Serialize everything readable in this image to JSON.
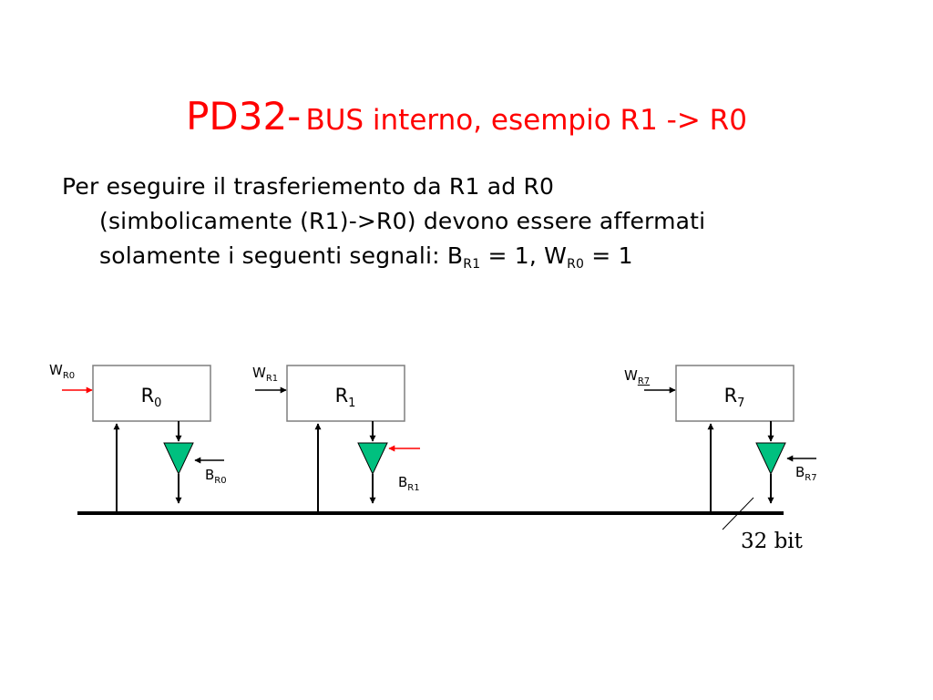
{
  "title": {
    "main": "PD32-",
    "sub": "BUS interno, esempio R1 -> R0"
  },
  "body": {
    "line1": "Per eseguire il trasferiemento da R1 ad R0",
    "line2": "(simbolicamente (R1)->R0) devono essere affermati",
    "line3_prefix": "solamente i seguenti segnali:  B",
    "b_sub": "R1",
    "line3_mid": " = 1, W",
    "w_sub": "R0",
    "line3_suffix": " = 1"
  },
  "diagram": {
    "registers": [
      {
        "base": "R",
        "index": "0",
        "w_base": "W",
        "w_sub": "R0",
        "b_base": "B",
        "b_sub": "R0",
        "w_active": true,
        "b_active": false
      },
      {
        "base": "R",
        "index": "1",
        "w_base": "W",
        "w_sub": "R1",
        "b_base": "B",
        "b_sub": "R1",
        "w_active": false,
        "b_active": true
      },
      {
        "base": "R",
        "index": "7",
        "w_base": "W",
        "w_sub": "R7",
        "b_base": "B",
        "b_sub": "R7",
        "w_active": false,
        "b_active": false
      }
    ],
    "bus_label": "32 bit"
  },
  "colors": {
    "title": "#ff0000",
    "active_signal": "#ff0000",
    "inactive_signal": "#000000",
    "buffer_fill": "#00c07f",
    "register_border": "#7f7f7f",
    "bus": "#000000"
  }
}
